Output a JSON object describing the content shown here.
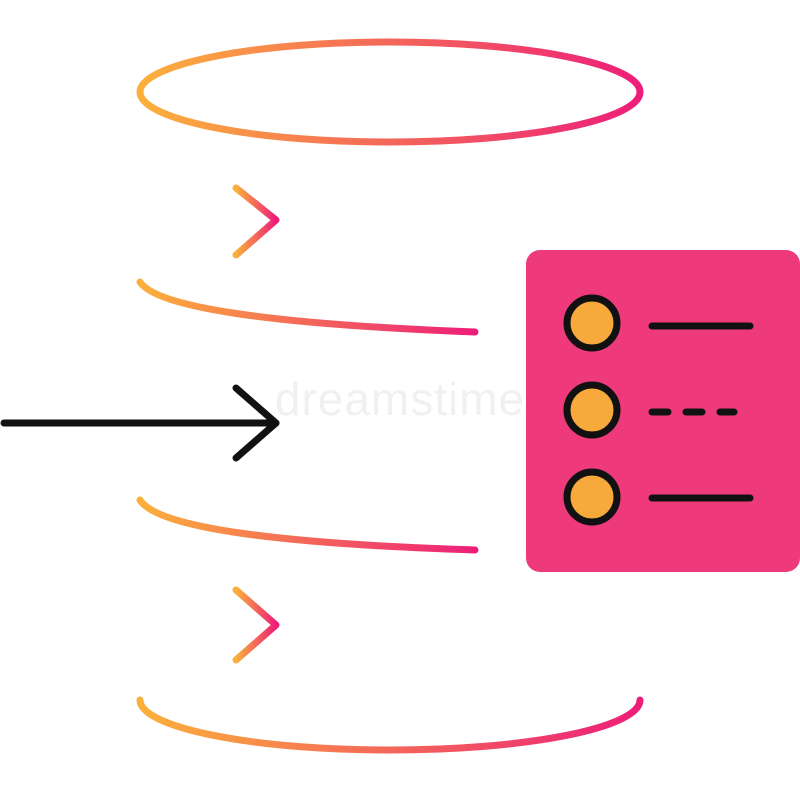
{
  "icon": {
    "name": "database-with-incoming-arrows-and-list-icon",
    "colors": {
      "gradient_start": "#FBB03B",
      "gradient_end": "#ED1E79",
      "outline": "#111111",
      "panel": "#EE3A7A",
      "bullet": "#F7A93B"
    },
    "arrows": [
      {
        "name": "top-arrow-icon",
        "style": "gradient"
      },
      {
        "name": "middle-arrow-icon",
        "style": "black"
      },
      {
        "name": "bottom-arrow-icon",
        "style": "gradient"
      }
    ],
    "list_items": [
      {
        "line_style": "solid"
      },
      {
        "line_style": "dashed"
      },
      {
        "line_style": "solid"
      }
    ]
  },
  "watermark": {
    "text": "dreamstime"
  }
}
